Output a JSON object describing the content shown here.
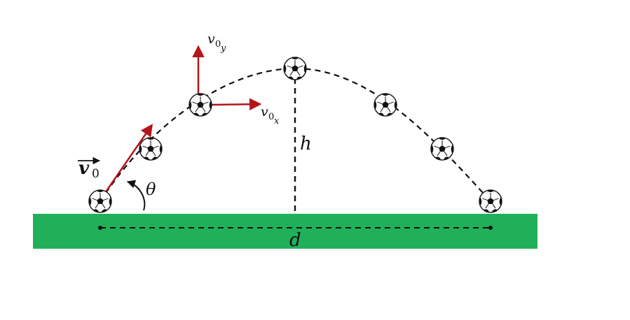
{
  "labels": {
    "v0_vector": "v",
    "v0_vector_sub": "0",
    "v0y": "v",
    "v0y_sub": "0",
    "v0y_sub2": "y",
    "v0x": "v",
    "v0x_sub": "0",
    "v0x_sub2": "x",
    "theta": "θ",
    "height": "h",
    "distance": "d"
  },
  "colors": {
    "ground": "#21b05a",
    "vector": "#b3161b",
    "dashed": "#111111",
    "ball_white": "#ffffff",
    "ball_black": "#111111"
  },
  "icons": {
    "ball": "soccer-ball-icon"
  }
}
